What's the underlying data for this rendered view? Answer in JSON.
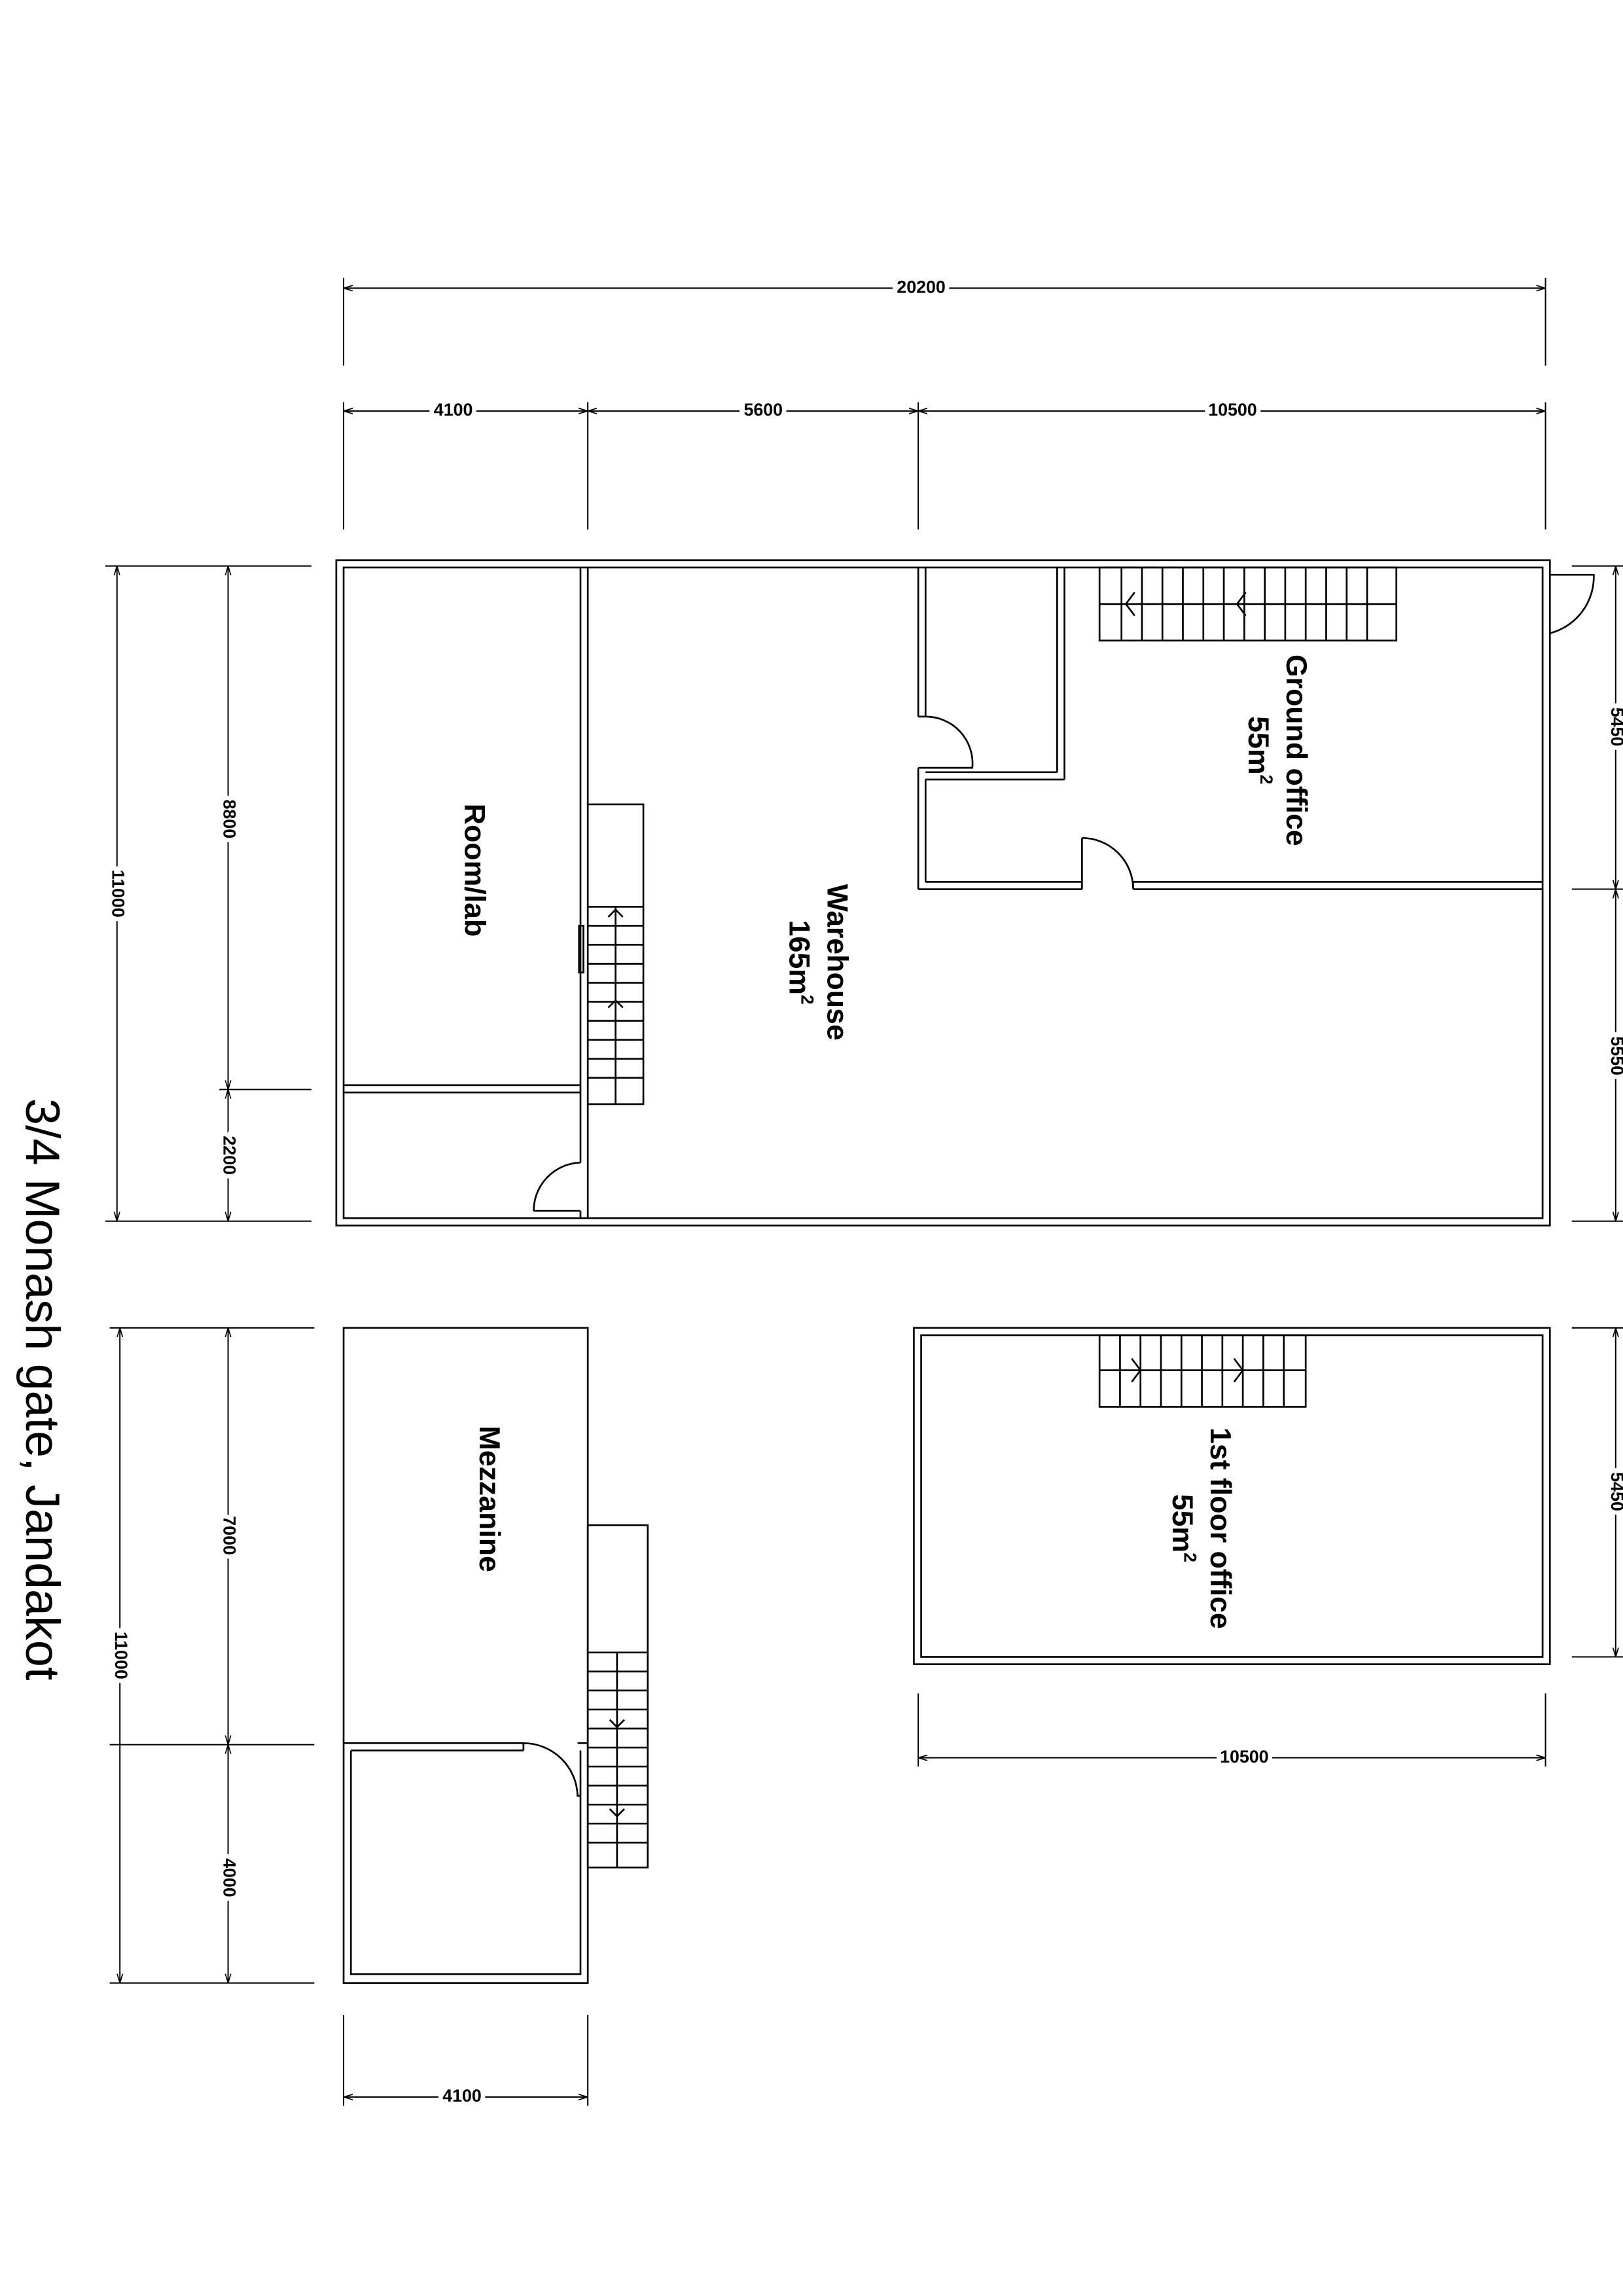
{
  "title": "3/4 Monash gate, Jandakot",
  "rooms": {
    "room_lab": "Room/lab",
    "warehouse": "Warehouse",
    "warehouse_area": "165m",
    "ground_office": "Ground office",
    "ground_office_area": "55m",
    "mezzanine": "Mezzanine",
    "first_floor_office": "1st floor office",
    "first_floor_area": "55m",
    "sq": "2"
  },
  "dimensions": {
    "overall_width": "20200",
    "seg1": "4100",
    "seg2": "5600",
    "seg3": "10500",
    "left_overall": "11000",
    "left_upper": "8800",
    "left_lower": "2200",
    "right_upper": "5450",
    "right_lower": "5550",
    "mezz_overall": "11000",
    "mezz_upper": "7000",
    "mezz_lower": "4000",
    "mezz_width": "4100",
    "first_floor_height": "5450",
    "first_floor_width": "10500"
  }
}
